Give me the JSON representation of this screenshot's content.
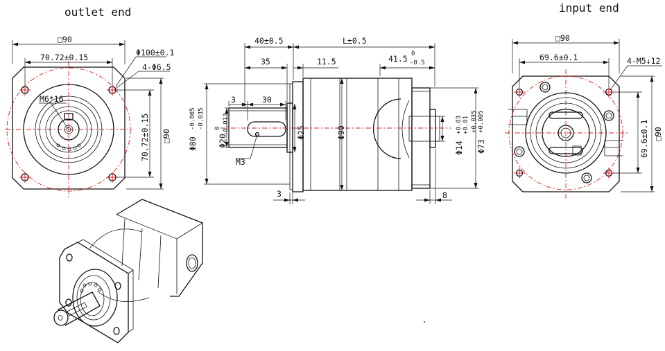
{
  "headings": {
    "outlet_end": "outlet end",
    "input_end": "input end"
  },
  "outlet_view": {
    "square": "□90",
    "bolt_spacing": "70.72±0.15",
    "pcd": "Φ100±0.1",
    "holes": "4-Φ6.5",
    "thread": "M6*16",
    "height": "70.72±0.15",
    "side_square": "□90"
  },
  "side_view": {
    "flange_length": "40±0.5",
    "total_length": "L±0.5",
    "shaft_length": "35",
    "flange_thickness": "11.5",
    "input_length": "41.5",
    "input_tol_upper": "0",
    "input_tol_lower": "-0.5",
    "shaft_start": "3",
    "key_length": "30",
    "pilot_dia": "Φ80",
    "pilot_tol_upper": "-0.005",
    "pilot_tol_lower": "-0.035",
    "shaft_dia": "Φ20",
    "shaft_tol_upper": "0",
    "shaft_tol_lower": "-0.013",
    "body_neck_dia": "Φ25",
    "body_dia": "Φ90",
    "input_bore": "Φ14",
    "input_bore_tol_upper": "+0.03",
    "input_bore_tol_lower": "+0.01",
    "input_pilot": "Φ73",
    "input_pilot_tol_upper": "+0.035",
    "input_pilot_tol_lower": "+0.005",
    "center_thread": "M3",
    "flange_step": "3",
    "input_step": "8"
  },
  "input_view": {
    "square": "□90",
    "bolt_spacing": "69.6±0.1",
    "holes": "4-M5↓12",
    "height": "69.6±0.1",
    "side_square": "□90"
  },
  "colors": {
    "line": "#111111",
    "centerline": "#d81e1e"
  }
}
